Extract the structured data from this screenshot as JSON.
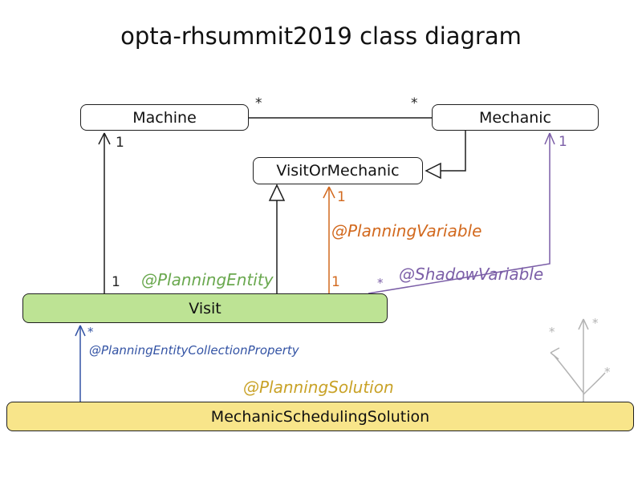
{
  "title": "opta-rhsummit2019 class diagram",
  "colors": {
    "box_border": "#1f1f1f",
    "visit_fill": "#bde394",
    "solution_fill": "#f8e58a",
    "planning_entity": "#6aa84f",
    "planning_variable": "#d2691e",
    "shadow_variable": "#7b5ea7",
    "collection_property": "#3353a4",
    "planning_solution": "#c9a227",
    "muted_gray": "#b3b3b3"
  },
  "classes": {
    "machine": "Machine",
    "mechanic": "Mechanic",
    "visit_or_mechanic": "VisitOrMechanic",
    "visit": "Visit",
    "solution": "MechanicSchedulingSolution"
  },
  "annotations": {
    "planning_entity": "@PlanningEntity",
    "planning_variable": "@PlanningVariable",
    "shadow_variable": "@ShadowVariable",
    "collection_property": "@PlanningEntityCollectionProperty",
    "planning_solution": "@PlanningSolution"
  },
  "multiplicities": {
    "machine_mechanic_left": "*",
    "machine_mechanic_right": "*",
    "visit_machine_near_machine": "1",
    "visit_machine_near_visit": "1",
    "planning_variable_near_target": "1",
    "planning_variable_near_source": "1",
    "shadow_variable_near_source": "*",
    "shadow_variable_near_target": "1",
    "collection_property_near_visit": "*",
    "muted_left": "*",
    "muted_top": "*",
    "muted_bottom": "*"
  }
}
